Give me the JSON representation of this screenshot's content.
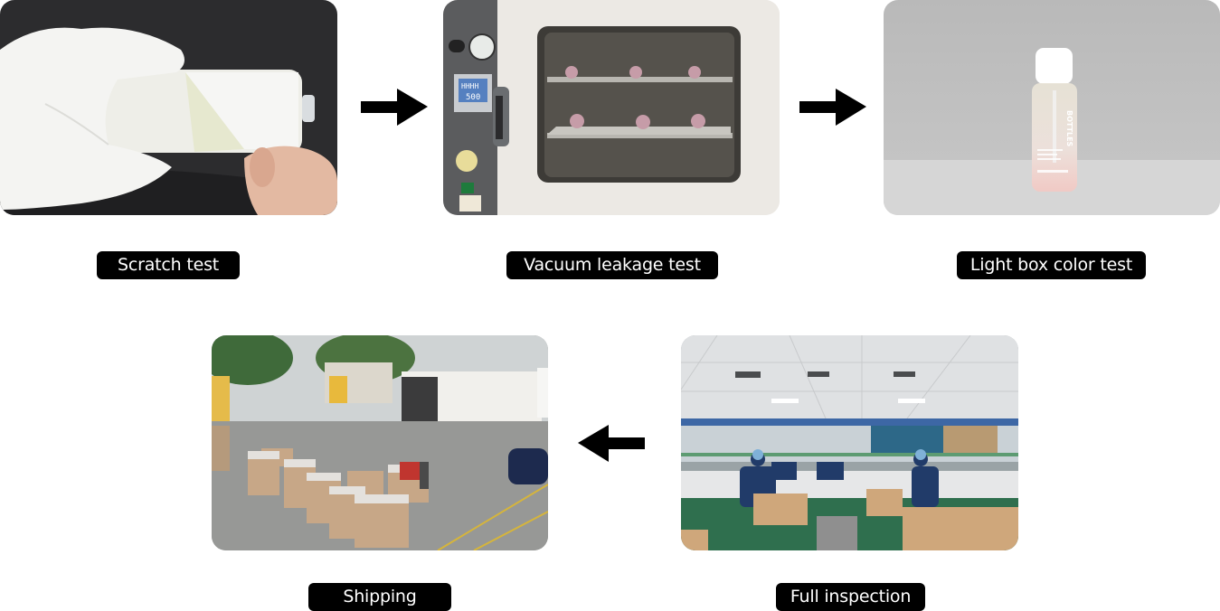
{
  "steps": [
    {
      "id": "scratch",
      "label": "Scratch test",
      "image": "scratch-test-photo"
    },
    {
      "id": "vacuum",
      "label": "Vacuum leakage test",
      "image": "vacuum-oven-photo"
    },
    {
      "id": "lightbox",
      "label": "Light box color test",
      "image": "bottle-lightbox-photo"
    },
    {
      "id": "inspection",
      "label": "Full inspection",
      "image": "factory-inspection-photo"
    },
    {
      "id": "shipping",
      "label": "Shipping",
      "image": "warehouse-shipping-photo"
    }
  ],
  "photo_text": {
    "bottle_brand": "BOTTLES",
    "oven_display_top": "HHHH",
    "oven_display_bottom": "500"
  },
  "arrows": [
    {
      "from": "scratch",
      "to": "vacuum",
      "direction": "right"
    },
    {
      "from": "vacuum",
      "to": "lightbox",
      "direction": "right"
    },
    {
      "from": "inspection",
      "to": "shipping",
      "direction": "left"
    }
  ],
  "colors": {
    "label_bg": "#000000",
    "label_text": "#ffffff",
    "arrow": "#000000"
  }
}
